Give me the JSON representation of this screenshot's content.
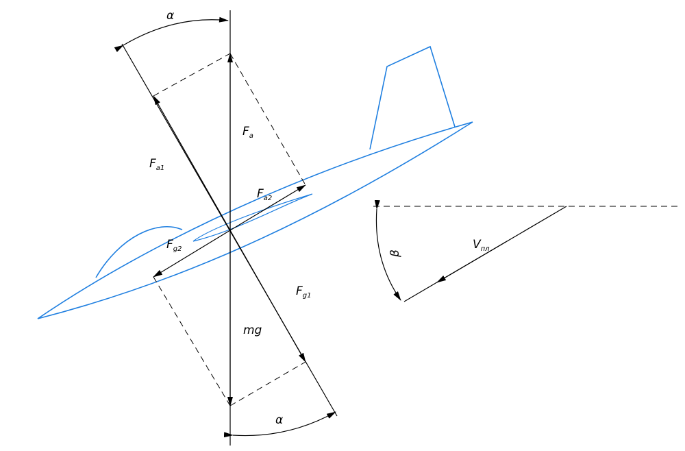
{
  "labels": {
    "alpha_top": "α",
    "alpha_bottom": "α",
    "beta": "β",
    "Fa": "Fa",
    "Fa1": "Fa1",
    "Fa2": "Fa2",
    "Fg1": "Fg1",
    "Fg2": "Fg2",
    "mg": "mg",
    "Vpl": "Vпл"
  },
  "colors": {
    "construction": "#000000",
    "aircraft": "#1f7fe0"
  }
}
